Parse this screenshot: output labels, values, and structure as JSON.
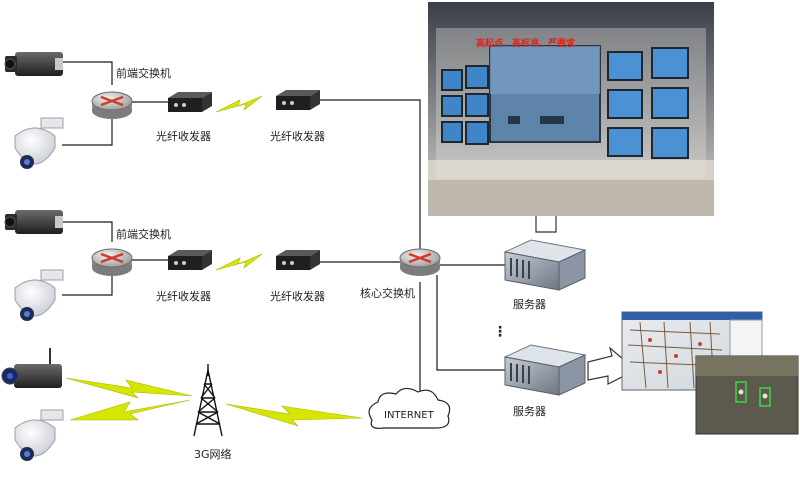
{
  "labels": {
    "front_switch_1": "前端交换机",
    "front_switch_2": "前端交换机",
    "fiber_1a": "光纤收发器",
    "fiber_1b": "光纤收发器",
    "fiber_2a": "光纤收发器",
    "fiber_2b": "光纤收发器",
    "core_switch": "核心交换机",
    "server_1": "服务器",
    "server_2": "服务器",
    "internet": "INTERNET",
    "network_3g": "3G网络",
    "ellipsis": "⋮"
  },
  "control_room": {
    "banner": "高起点、高标准、严要求"
  },
  "colors": {
    "line": "#1a1a1a",
    "lightning": "#d6e600",
    "banner_text": "#e0201a"
  }
}
